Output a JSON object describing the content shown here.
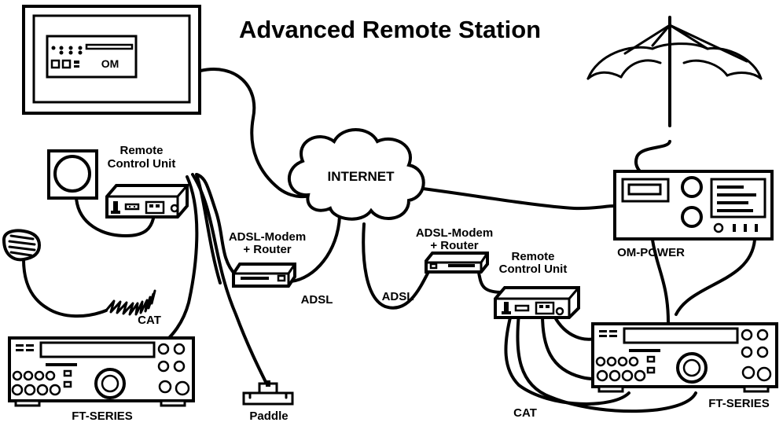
{
  "title": "Advanced Remote Station",
  "labels": {
    "internet": "INTERNET",
    "om_screen": "OM",
    "remote_unit_left_1": "Remote",
    "remote_unit_left_2": "Control Unit",
    "remote_unit_right_1": "Remote",
    "remote_unit_right_2": "Control Unit",
    "modem_left_1": "ADSL-Modem",
    "modem_left_2": "+ Router",
    "modem_right_1": "ADSL-Modem",
    "modem_right_2": "+ Router",
    "adsl_left": "ADSL",
    "adsl_right": "ADSL",
    "cat_left": "CAT",
    "cat_right": "CAT",
    "paddle": "Paddle",
    "ft_left": "FT-SERIES",
    "ft_right": "FT-SERIES",
    "om_power": "OM-POWER"
  }
}
